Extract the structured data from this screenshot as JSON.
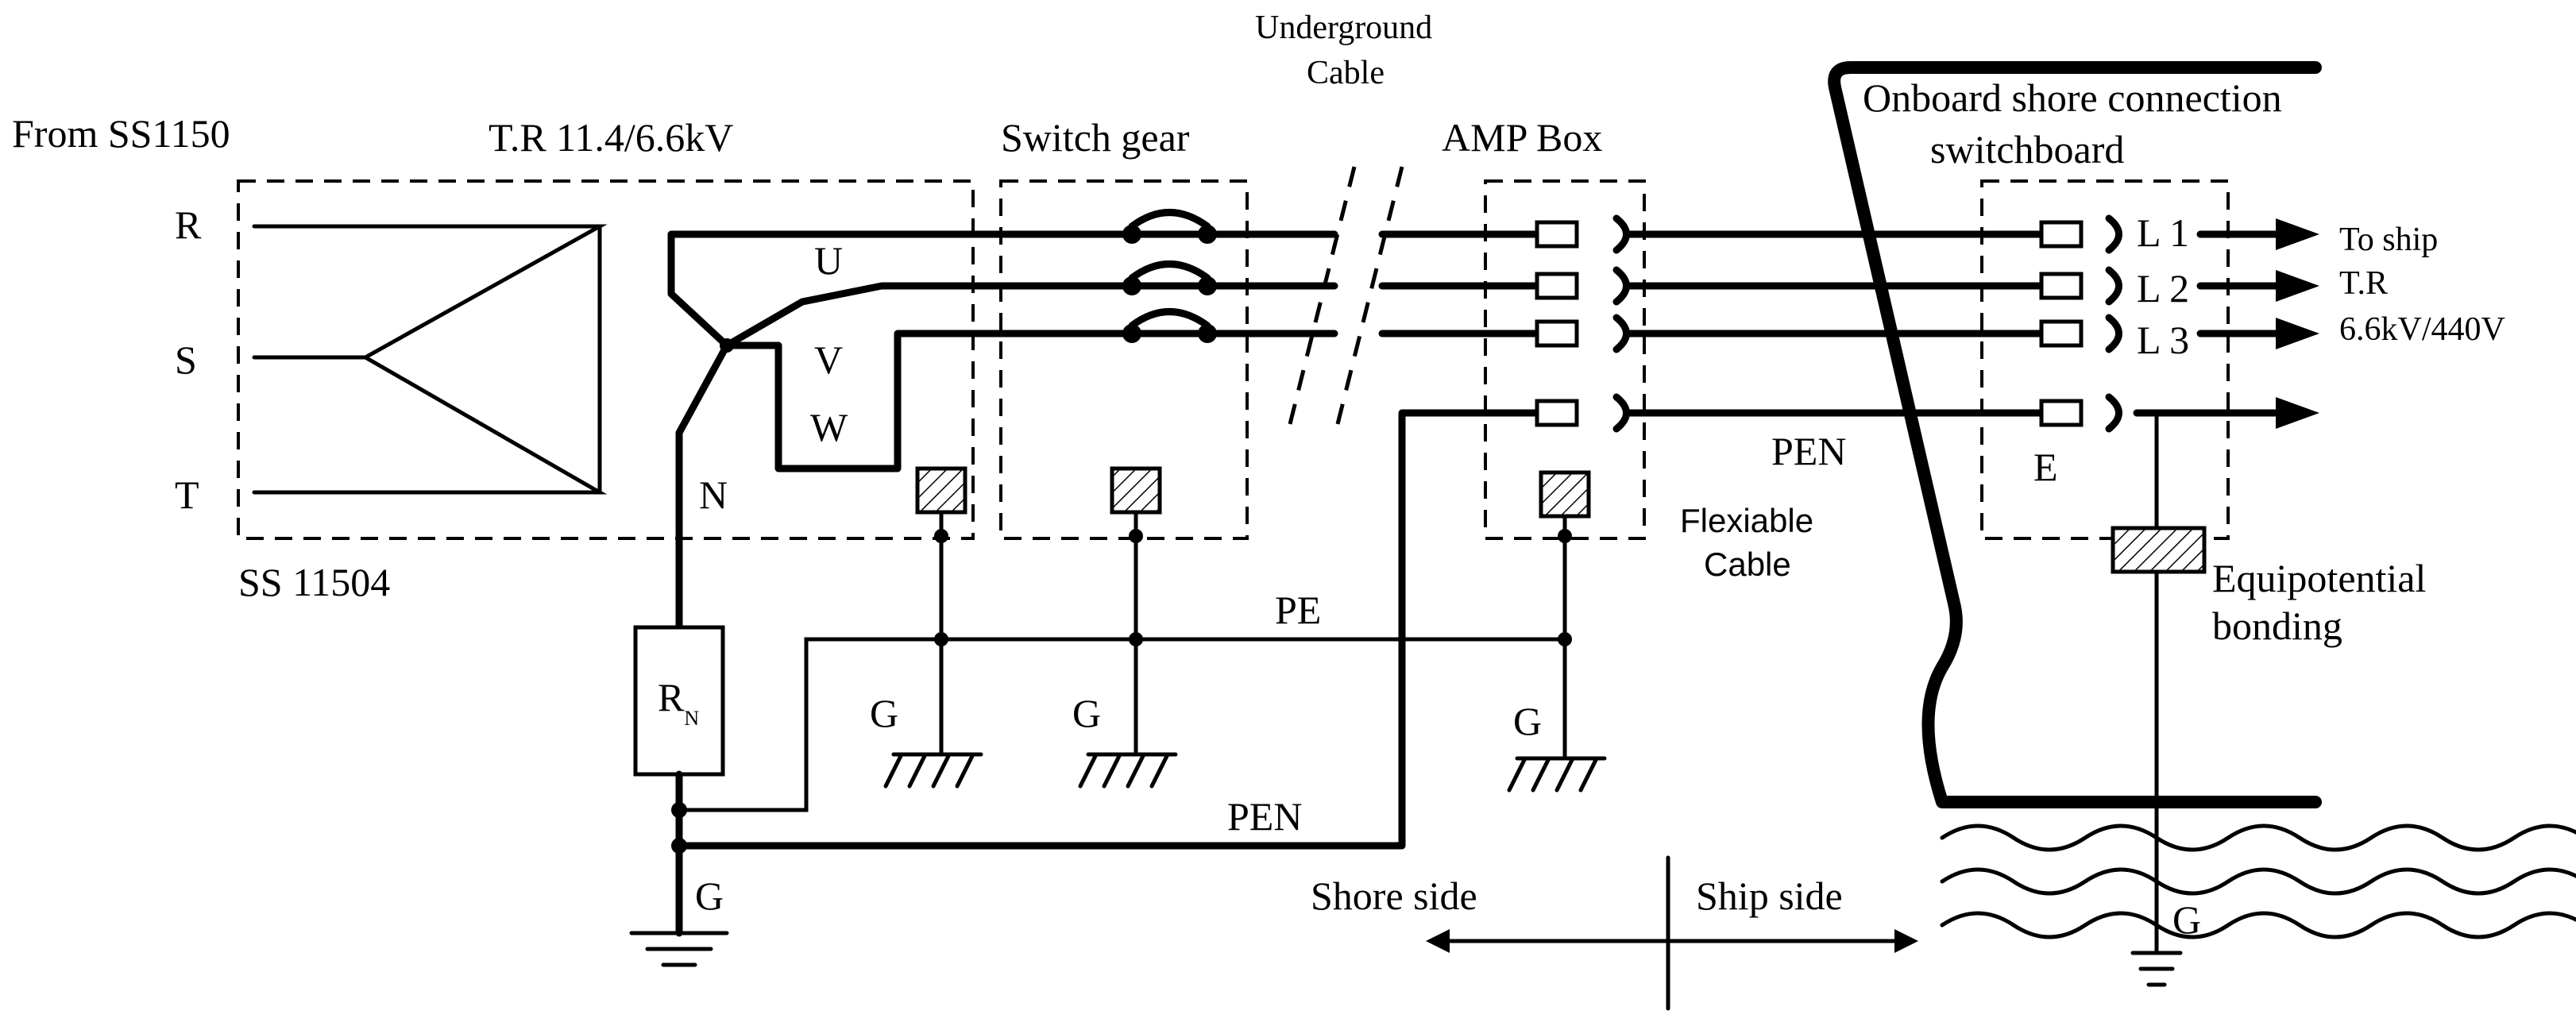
{
  "labels": {
    "from_ss": "From SS1150",
    "transformer": "T.R 11.4/6.6kV",
    "ss_id": "SS 11504",
    "phase_r": "R",
    "phase_s": "S",
    "phase_t": "T",
    "winding_u": "U",
    "winding_v": "V",
    "winding_w": "W",
    "neutral": "N",
    "resistor": "R",
    "resistor_sub": "N",
    "switch_gear": "Switch gear",
    "underground_cable_line1": "Underground",
    "underground_cable_line2": "Cable",
    "amp_box": "AMP Box",
    "onboard_line1": "Onboard shore connection",
    "onboard_line2": "switchboard",
    "l1": "L 1",
    "l2": "L 2",
    "l3": "L 3",
    "earth": "E",
    "to_ship_line1": "To ship",
    "to_ship_line2": "T.R",
    "to_ship_line3": "6.6kV/440V",
    "pen_right": "PEN",
    "flexible_line1": "Flexiable",
    "flexible_line2": "Cable",
    "equipotential_line1": "Equipotential",
    "equipotential_line2": "bonding",
    "pe": "PE",
    "pen_bottom": "PEN",
    "ground_switch1": "G",
    "ground_switch2": "G",
    "ground_amp": "G",
    "ground_main": "G",
    "ground_ship": "G",
    "shore_side": "Shore side",
    "ship_side": "Ship side"
  }
}
